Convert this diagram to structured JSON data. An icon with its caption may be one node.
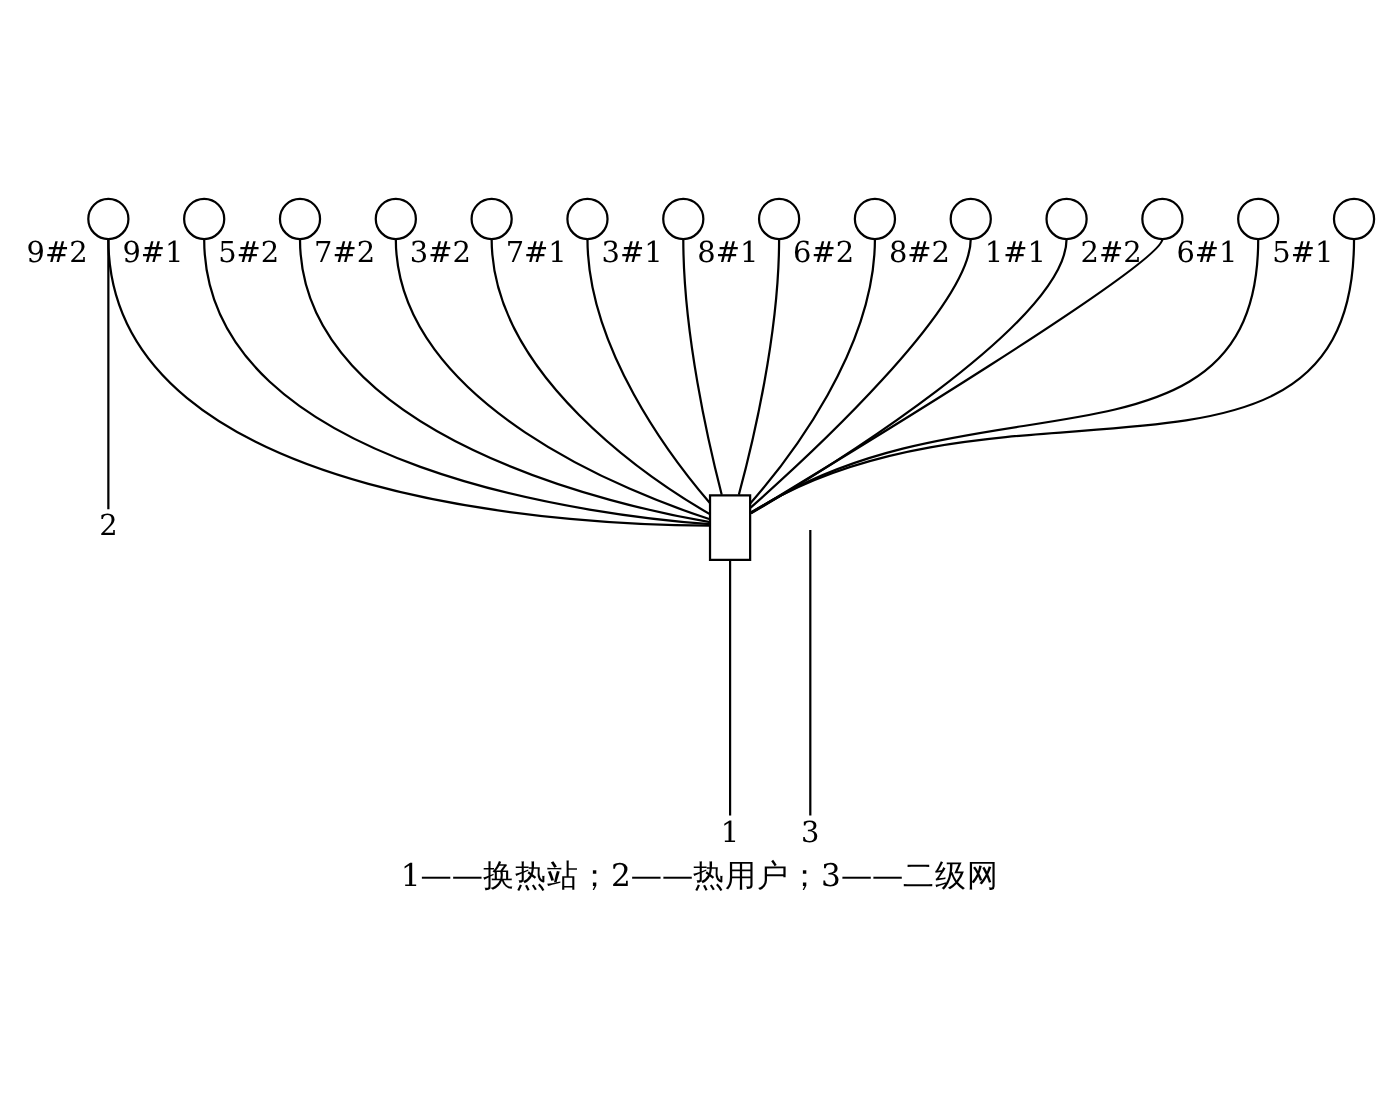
{
  "diagram": {
    "caption": "1——换热站；2——热用户；3——二级网",
    "nodes": [
      {
        "text": [],
        "shape": "box"
      },
      {
        "text": [
          "1"
        ]
      },
      {
        "text": [],
        "shape": "circle",
        "beside": [
          "9#1"
        ]
      },
      {
        "text": [],
        "shape": "circle",
        "beside": [
          "9#2"
        ]
      },
      {
        "text": [
          "2"
        ]
      },
      {
        "text": [],
        "shape": "circle",
        "beside": [
          "5#2"
        ]
      },
      {
        "text": [],
        "shape": "circle",
        "beside": [
          "7#2"
        ]
      },
      {
        "text": [],
        "shape": "circle",
        "beside": [
          "3#2"
        ]
      },
      {
        "text": [
          "3"
        ]
      },
      {
        "text": [],
        "shape": "circle",
        "beside": [
          "7#1"
        ]
      },
      {
        "text": [],
        "shape": "circle",
        "beside": [
          "3#1"
        ]
      },
      {
        "text": [],
        "shape": "circle",
        "beside": [
          "8#1"
        ]
      },
      {
        "text": [],
        "shape": "circle",
        "beside": [
          "6#2"
        ]
      },
      {
        "text": [],
        "shape": "circle",
        "beside": [
          "8#2"
        ]
      },
      {
        "text": [],
        "shape": "circle",
        "beside": [
          "1#1"
        ]
      },
      {
        "text": [],
        "shape": "circle",
        "beside": [
          "2#2"
        ]
      },
      {
        "text": [],
        "shape": "circle",
        "beside": [
          "6#1"
        ]
      },
      {
        "text": [],
        "shape": "circle",
        "beside": [
          "5#1"
        ]
      }
    ],
    "edges": [
      {
        "from": 1,
        "to": 0,
        "arrow": "none"
      },
      {
        "from": 4,
        "to": 3,
        "arrow": "none"
      },
      {
        "from": 8,
        "to": null,
        "arrow": "none"
      },
      {
        "from": 0,
        "to": 2,
        "arrow": "none"
      },
      {
        "from": 0,
        "to": 3,
        "arrow": "none"
      },
      {
        "from": 0,
        "to": 5,
        "arrow": "none"
      },
      {
        "from": 0,
        "to": 6,
        "arrow": "none"
      },
      {
        "from": 0,
        "to": 7,
        "arrow": "none"
      },
      {
        "from": 0,
        "to": 9,
        "arrow": "none"
      },
      {
        "from": 0,
        "to": 10,
        "arrow": "none"
      },
      {
        "from": 0,
        "to": 11,
        "arrow": "none"
      },
      {
        "from": 0,
        "to": 12,
        "arrow": "none"
      },
      {
        "from": 0,
        "to": 13,
        "arrow": "none"
      },
      {
        "from": 0,
        "to": 14,
        "arrow": "none"
      },
      {
        "from": 0,
        "to": 15,
        "arrow": "none"
      },
      {
        "from": 0,
        "to": 16,
        "arrow": "none"
      },
      {
        "from": 0,
        "to": 17,
        "arrow": "none"
      }
    ]
  }
}
